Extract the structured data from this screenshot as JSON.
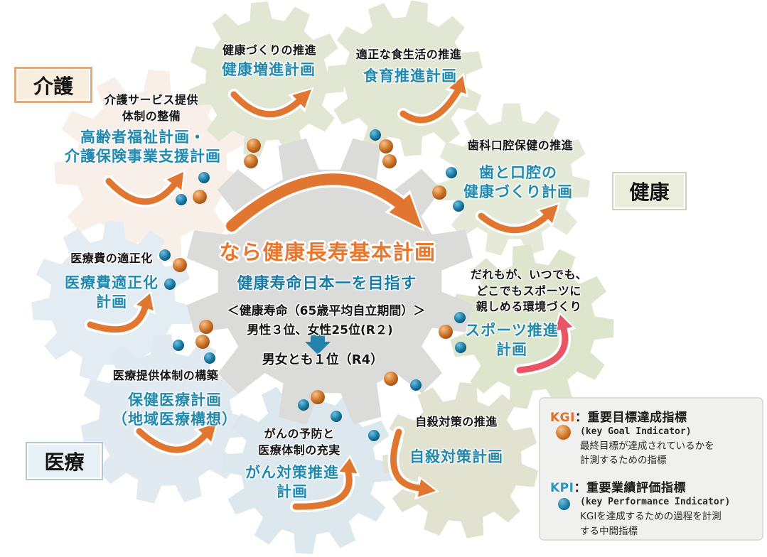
{
  "colors": {
    "plan_text": "#2289ae",
    "heading_text": "#141414",
    "center_title": "#e8772e",
    "center_subtitle": "#1b7ca3",
    "arrow_orange": "#e0762f",
    "arrow_pink": "#e85566",
    "kgi_text": "#e0702c",
    "kpi_text": "#2b96c0",
    "kgi_sphere": "#cf7428",
    "kpi_sphere": "#1c7fa8",
    "down_arrow": "#2383ab"
  },
  "center": {
    "title": "なら健康長寿基本計画",
    "subtitle": "健康寿命日本一を目指す",
    "metric_header": "＜健康寿命（65歳平均自立期間）＞",
    "current_rank": "男性３位、女性25位(R２)",
    "goal_rank": "男女とも１位（R4）"
  },
  "category_labels": {
    "kaigo": "介護",
    "kenko": "健康",
    "iryo": "医療"
  },
  "plans": {
    "kourei": {
      "heading": "介護サービス提供\n体制の整備",
      "plan": "高齢者福祉計画・\n介護保険事業支援計画"
    },
    "kenko_zoshin": {
      "heading": "健康づくりの推進",
      "plan": "健康増進計画"
    },
    "shokuiku": {
      "heading": "適正な食生活の推進",
      "plan": "食育推進計画"
    },
    "shika": {
      "heading": "歯科口腔保健の推進",
      "plan": "歯と口腔の\n健康づくり計画"
    },
    "iryohi": {
      "heading": "医療費の適正化",
      "plan": "医療費適正化\n計画"
    },
    "sports": {
      "heading": "だれもが、いつでも、\nどこでもスポーツに\n親しめる環境づくり",
      "plan": "スポーツ推進\n計画"
    },
    "hoken_iryo": {
      "heading": "医療提供体制の構築",
      "plan": "保健医療計画\n（地域医療構想）"
    },
    "gan": {
      "heading": "がんの予防と\n医療体制の充実",
      "plan": "がん対策推進\n計画"
    },
    "jisatsu": {
      "heading": "自殺対策の推進",
      "plan": "自殺対策計画"
    }
  },
  "legend": {
    "kgi": {
      "term": "KGI",
      "separator": "：",
      "name": "重要目標達成指標",
      "english": "(key Goal Indicator)",
      "description": "最終目標が達成されているかを\n計測するための指標"
    },
    "kpi": {
      "term": "KPI",
      "separator": "：",
      "name": "重要業績評価指標",
      "english": "(key Performance Indicator)",
      "description": "KGIを達成するための過程を計測\nする中間指標"
    }
  }
}
